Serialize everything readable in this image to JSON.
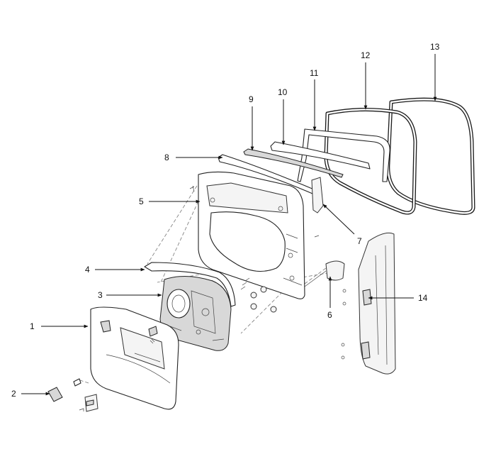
{
  "callouts": [
    {
      "id": "1",
      "label": "1"
    },
    {
      "id": "2",
      "label": "2"
    },
    {
      "id": "3",
      "label": "3"
    },
    {
      "id": "4",
      "label": "4"
    },
    {
      "id": "5",
      "label": "5"
    },
    {
      "id": "6",
      "label": "6"
    },
    {
      "id": "7",
      "label": "7"
    },
    {
      "id": "8",
      "label": "8"
    },
    {
      "id": "9",
      "label": "9"
    },
    {
      "id": "10",
      "label": "10"
    },
    {
      "id": "11",
      "label": "11"
    },
    {
      "id": "12",
      "label": "12"
    },
    {
      "id": "13",
      "label": "13"
    },
    {
      "id": "14",
      "label": "14"
    }
  ],
  "colors": {
    "ink": "#111111",
    "fill": "#ffffff",
    "shade": "#d8d8d8"
  }
}
